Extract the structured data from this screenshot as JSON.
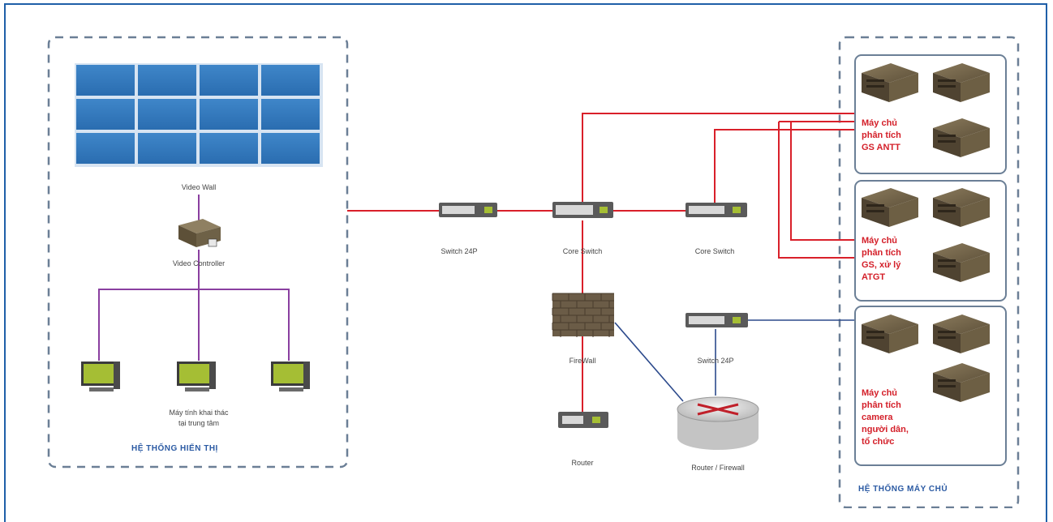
{
  "display_group": {
    "title": "HỆ THỐNG HIỂN THỊ",
    "video_wall_label": "Video Wall",
    "video_controller_label": "Video Controller",
    "workstations_label_line1": "Máy tính khai thác",
    "workstations_label_line2": "tại trung tâm"
  },
  "network": {
    "switch_24p_label": "Switch 24P",
    "core_switch_1_label": "Core Switch",
    "core_switch_2_label": "Core Switch",
    "firewall_label": "FireWall",
    "router_label": "Router",
    "switch_24p_2_label": "Switch 24P",
    "router_firewall_label": "Router / Firewall"
  },
  "server_group": {
    "title": "HỆ THỐNG MÁY CHỦ",
    "clusters": [
      {
        "lines": [
          "Máy chủ",
          "phân tích",
          "GS ANTT"
        ]
      },
      {
        "lines": [
          "Máy chủ",
          "phân tích",
          "GS, xử lý",
          "ATGT"
        ]
      },
      {
        "lines": [
          "Máy chủ",
          "phân tích",
          "camera",
          "người dân,",
          "tổ chức"
        ]
      }
    ]
  },
  "colors": {
    "frame": "#1f5fa8",
    "red_link": "#d9202a",
    "purple_link": "#8a3fa0",
    "blue_link": "#2c4a8c",
    "server_text": "#d4202a",
    "group_title": "#2b5aa3"
  }
}
